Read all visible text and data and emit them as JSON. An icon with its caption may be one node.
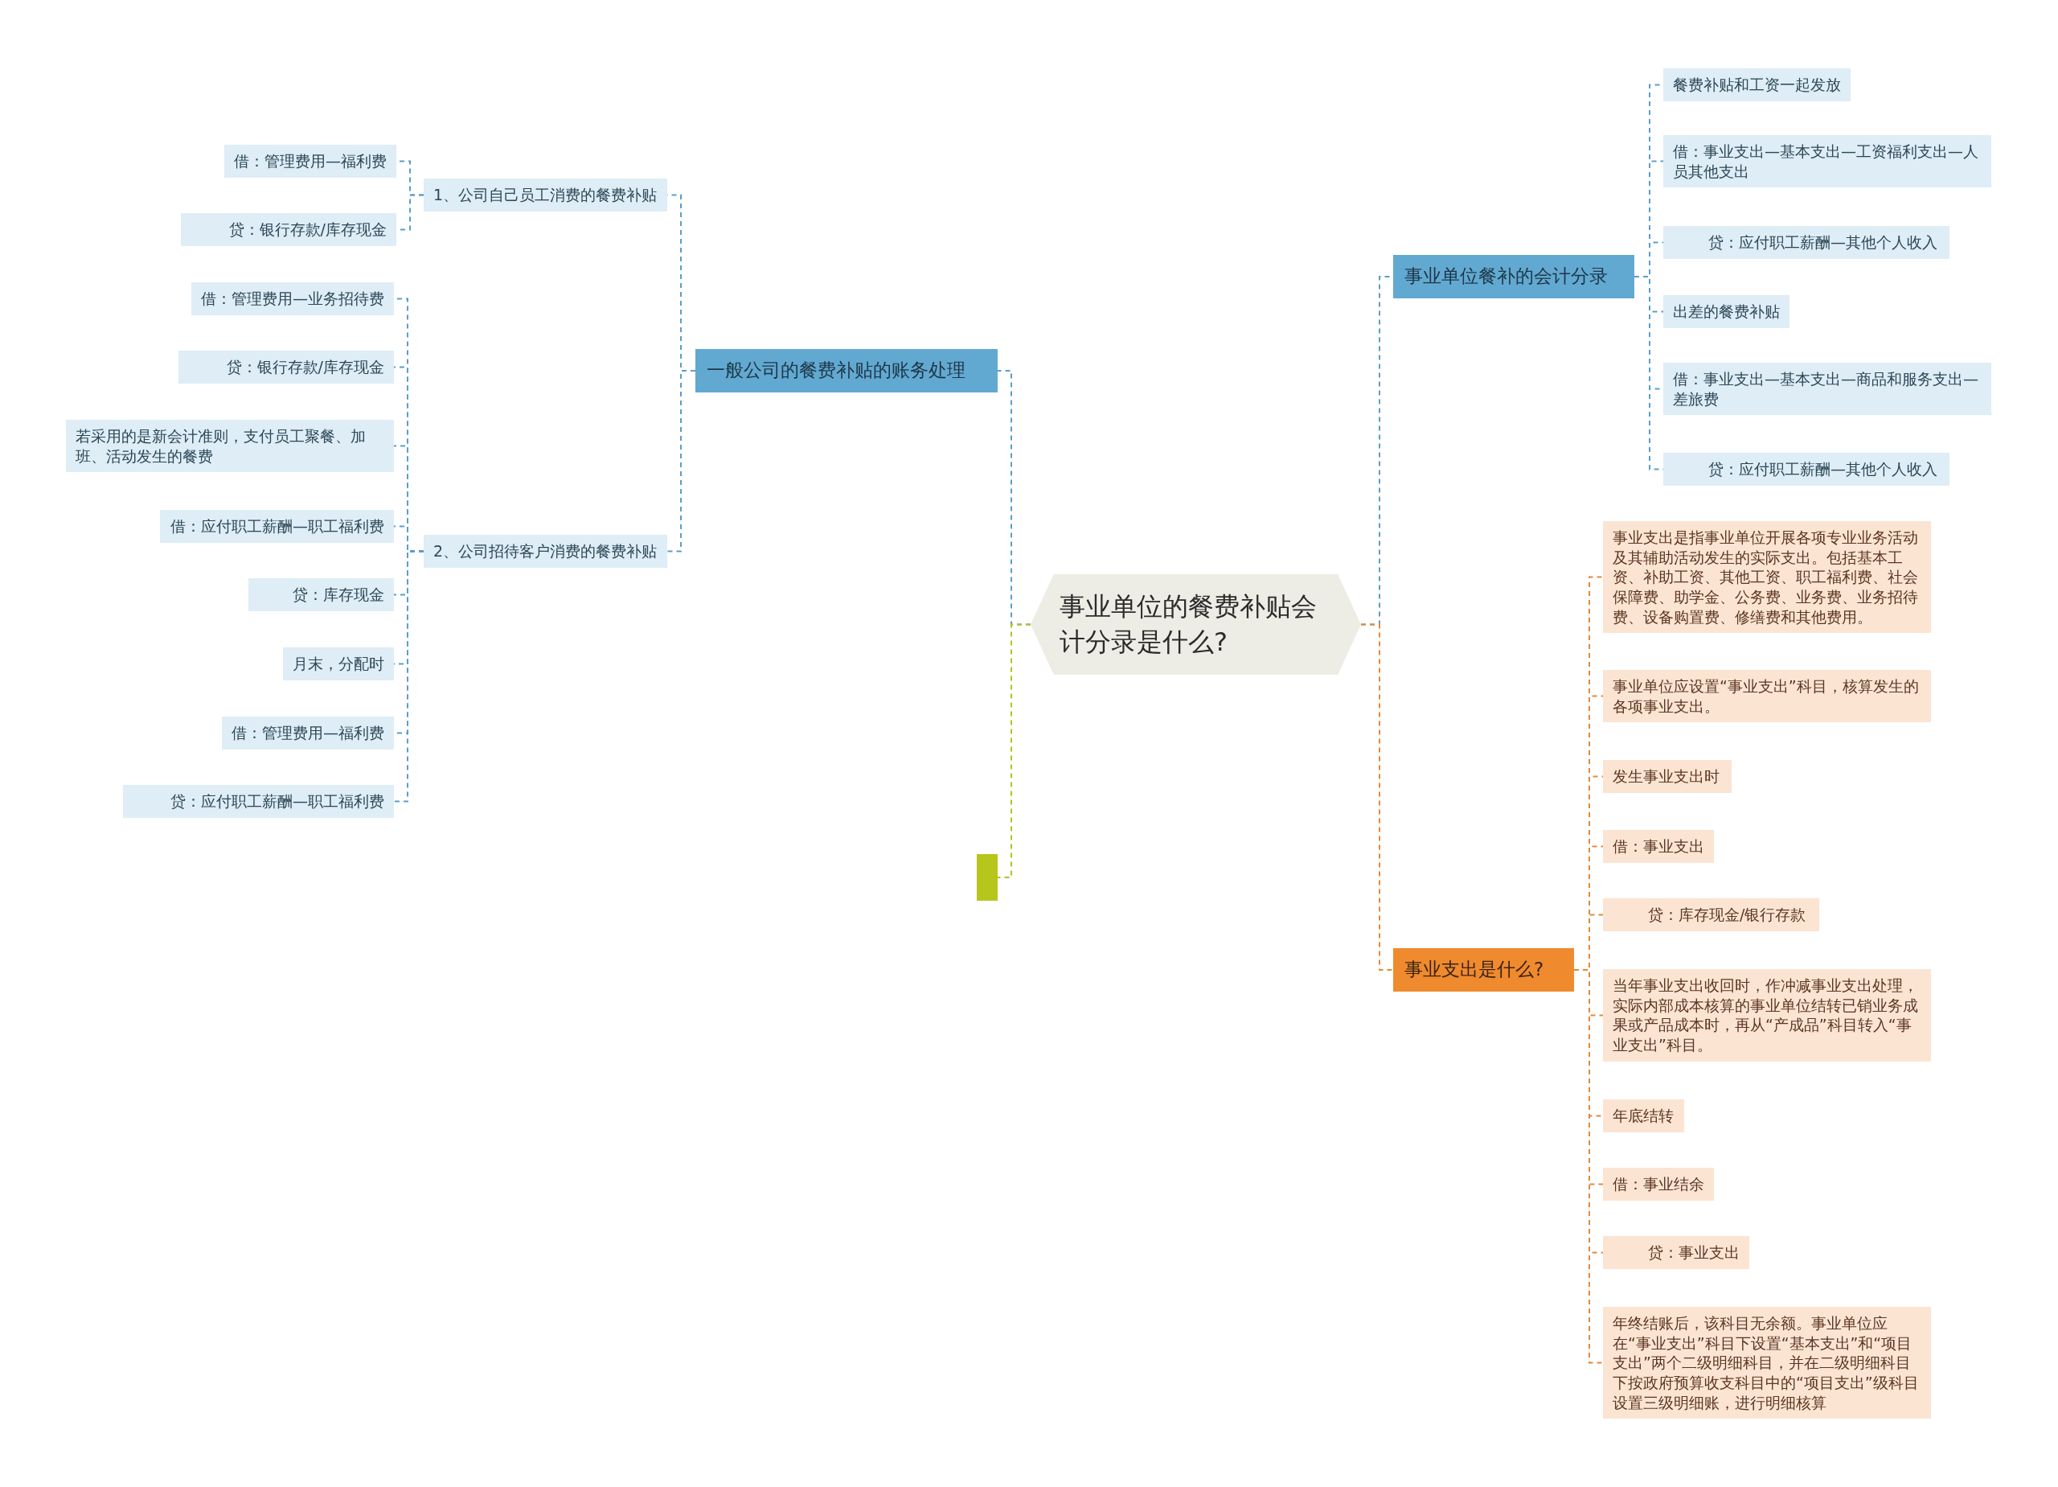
{
  "diagram": {
    "nodes": [
      {
        "text": [
          "事业单位的餐费补贴会计分录是什么?"
        ]
      },
      {
        "text": [
          "一般公司的餐费补贴的账务处理"
        ]
      },
      {
        "text": [
          "1、公司自己员工消费的餐费补贴"
        ]
      },
      {
        "text": [
          "借：管理费用—福利费"
        ]
      },
      {
        "text": [
          "贷：银行存款/库存现金"
        ]
      },
      {
        "text": [
          "2、公司招待客户消费的餐费补贴"
        ]
      },
      {
        "text": [
          "借：管理费用—业务招待费"
        ]
      },
      {
        "text": [
          "贷：银行存款/库存现金"
        ]
      },
      {
        "text": [
          "若采用的是新会计准则，支付员工聚餐、加班、活动发生的餐费"
        ]
      },
      {
        "text": [
          "借：应付职工薪酬—职工福利费"
        ]
      },
      {
        "text": [
          "贷：库存现金"
        ]
      },
      {
        "text": [
          "月末，分配时"
        ]
      },
      {
        "text": [
          "借：管理费用—福利费"
        ]
      },
      {
        "text": [
          "贷：应付职工薪酬—职工福利费"
        ]
      },
      {
        "text": [],
        "shape": "box"
      },
      {
        "text": [
          "事业单位餐补的会计分录"
        ]
      },
      {
        "text": [
          "餐费补贴和工资一起发放"
        ]
      },
      {
        "text": [
          "借：事业支出—基本支出—工资福利支出—人员其他支出"
        ]
      },
      {
        "text": [
          "贷：应付职工薪酬—其他个人收入"
        ]
      },
      {
        "text": [
          "出差的餐费补贴"
        ]
      },
      {
        "text": [
          "借：事业支出—基本支出—商品和服务支出—差旅费"
        ]
      },
      {
        "text": [
          "贷：应付职工薪酬—其他个人收入"
        ]
      },
      {
        "text": [
          "事业支出是什么?"
        ]
      },
      {
        "text": [
          "事业支出是指事业单位开展各项专业业务活动及其辅助活动发生的实际支出。包括基本工资、补助工资、其他工资、职工福利费、社会保障费、助学金、公务费、业务费、业务招待费、设备购置费、修缮费和其他费用。"
        ]
      },
      {
        "text": [
          "事业单位应设置“事业支出”科目，核算发生的各项事业支出。"
        ]
      },
      {
        "text": [
          "发生事业支出时"
        ]
      },
      {
        "text": [
          "借：事业支出"
        ]
      },
      {
        "text": [
          "贷：库存现金/银行存款"
        ]
      },
      {
        "text": [
          "当年事业支出收回时，作冲减事业支出处理，实际内部成本核算的事业单位结转已销业务成果或产品成本时，再从“产成品”科目转入“事业支出”科目。"
        ]
      },
      {
        "text": [
          "年底结转"
        ]
      },
      {
        "text": [
          "借：事业结余"
        ]
      },
      {
        "text": [
          "贷：事业支出"
        ]
      },
      {
        "text": [
          "年终结账后，该科目无余额。事业单位应在“事业支出”科目下设置“基本支出”和“项目支出”两个二级明细科目，并在二级明细科目下按政府预算收支科目中的“项目支出”级科目设置三级明细账，进行明细核算"
        ]
      }
    ],
    "edges": [
      {
        "from": 0,
        "to": 1,
        "arrow": "none"
      },
      {
        "from": 1,
        "to": 2,
        "arrow": "none"
      },
      {
        "from": 2,
        "to": 3,
        "arrow": "none"
      },
      {
        "from": 2,
        "to": 4,
        "arrow": "none"
      },
      {
        "from": 1,
        "to": 5,
        "arrow": "none"
      },
      {
        "from": 5,
        "to": 6,
        "arrow": "none"
      },
      {
        "from": 5,
        "to": 7,
        "arrow": "none"
      },
      {
        "from": 5,
        "to": 8,
        "arrow": "none"
      },
      {
        "from": 5,
        "to": 9,
        "arrow": "none"
      },
      {
        "from": 5,
        "to": 10,
        "arrow": "none"
      },
      {
        "from": 5,
        "to": 11,
        "arrow": "none"
      },
      {
        "from": 5,
        "to": 12,
        "arrow": "none"
      },
      {
        "from": 5,
        "to": 13,
        "arrow": "none"
      },
      {
        "from": 0,
        "to": 14,
        "arrow": "none",
        "color": "#b3c21e"
      },
      {
        "from": 0,
        "to": 15,
        "arrow": "none"
      },
      {
        "from": 15,
        "to": 16,
        "arrow": "none"
      },
      {
        "from": 15,
        "to": 17,
        "arrow": "none"
      },
      {
        "from": 15,
        "to": 18,
        "arrow": "none"
      },
      {
        "from": 15,
        "to": 19,
        "arrow": "none"
      },
      {
        "from": 15,
        "to": 20,
        "arrow": "none"
      },
      {
        "from": 15,
        "to": 21,
        "arrow": "none"
      },
      {
        "from": 0,
        "to": 22,
        "arrow": "none",
        "color": "#e08a3c"
      },
      {
        "from": 22,
        "to": 23,
        "arrow": "none",
        "color": "#e08a3c"
      },
      {
        "from": 22,
        "to": 24,
        "arrow": "none",
        "color": "#e08a3c"
      },
      {
        "from": 22,
        "to": 25,
        "arrow": "none",
        "color": "#e08a3c"
      },
      {
        "from": 22,
        "to": 26,
        "arrow": "none",
        "color": "#e08a3c"
      },
      {
        "from": 22,
        "to": 27,
        "arrow": "none",
        "color": "#e08a3c"
      },
      {
        "from": 22,
        "to": 28,
        "arrow": "none",
        "color": "#e08a3c"
      },
      {
        "from": 22,
        "to": 29,
        "arrow": "none",
        "color": "#e08a3c"
      },
      {
        "from": 22,
        "to": 30,
        "arrow": "none",
        "color": "#e08a3c"
      },
      {
        "from": 22,
        "to": 31,
        "arrow": "none",
        "color": "#e08a3c"
      },
      {
        "from": 22,
        "to": 32,
        "arrow": "none",
        "color": "#e08a3c"
      }
    ]
  }
}
